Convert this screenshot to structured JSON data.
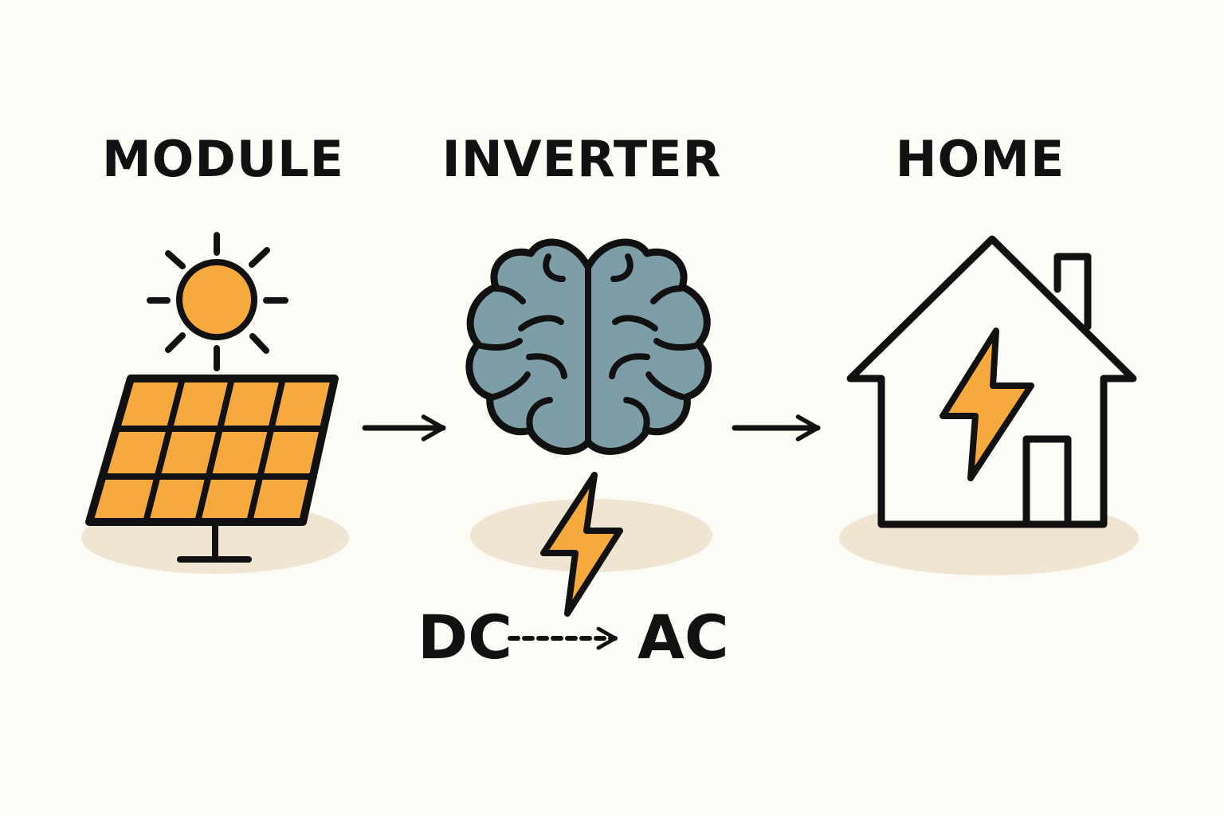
{
  "stages": {
    "module": {
      "label": "MODULE"
    },
    "inverter": {
      "label": "INVERTER"
    },
    "home": {
      "label": "HOME"
    }
  },
  "conversion": {
    "from": "DC",
    "to": "AC"
  },
  "colors": {
    "background": "#fcfbf6",
    "outline": "#111111",
    "solar_orange": "#f6a93c",
    "brain_blue": "#7d9ea6",
    "ground_shadow": "#efe5d2"
  },
  "icons": [
    "sun-icon",
    "solar-panel-icon",
    "brain-icon",
    "lightning-bolt-icon",
    "house-icon",
    "arrow-right-icon"
  ]
}
